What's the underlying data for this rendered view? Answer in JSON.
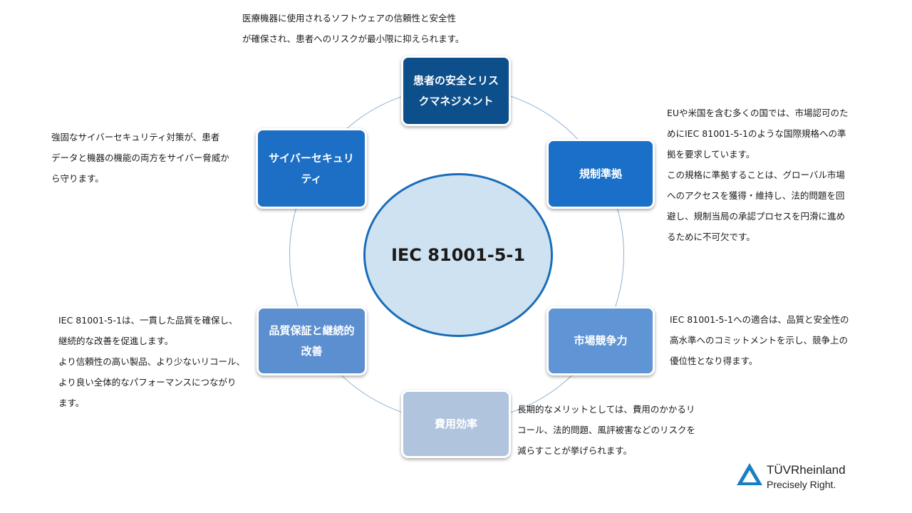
{
  "center": {
    "label": "IEC 81001-5-1"
  },
  "nodes": [
    {
      "label": "患者の安全とリスクマネジメント",
      "color": "#0d4f8b",
      "desc": "医療機器に使用されるソフトウェアの信頼性と安全性\nが確保され、患者へのリスクが最小限に抑えられます。"
    },
    {
      "label": "規制準拠",
      "color": "#1a6fc8",
      "desc": "EUや米国を含む多くの国では、市場認可のた\nめにIEC 81001-5-1のような国際規格への準\n拠を要求しています。\nこの規格に準拠することは、グローバル市場\nへのアクセスを獲得・維持し、法的問題を回\n避し、規制当局の承認プロセスを円滑に進め\nるために不可欠です。"
    },
    {
      "label": "市場競争力",
      "color": "#5f95d4",
      "desc": "IEC 81001-5-1への適合は、品質と安全性の\n高水準へのコミットメントを示し、競争上の\n優位性となり得ます。"
    },
    {
      "label": "費用効率",
      "color": "#b0c4de",
      "desc": "長期的なメリットとしては、費用のかかるリ\nコール、法的問題、風評被害などのリスクを\n減らすことが挙げられます。"
    },
    {
      "label": "品質保証と継続的改善",
      "color": "#5b8fd0",
      "desc": "IEC 81001-5-1は、一貫した品質を確保し、\n継続的な改善を促進します。\nより信頼性の高い製品、より少ないリコール、\nより良い全体的なパフォーマンスにつながり\nます。"
    },
    {
      "label": "サイバーセキュリティ",
      "color": "#1c6fc4",
      "desc": "強固なサイバーセキュリティ対策が、患者\nデータと機器の機能の両方をサイバー脅威か\nら守ります。"
    }
  ],
  "logo": {
    "brand": "TÜVRheinland",
    "tagline": "Precisely Right.",
    "color": "#1a7fc1"
  }
}
